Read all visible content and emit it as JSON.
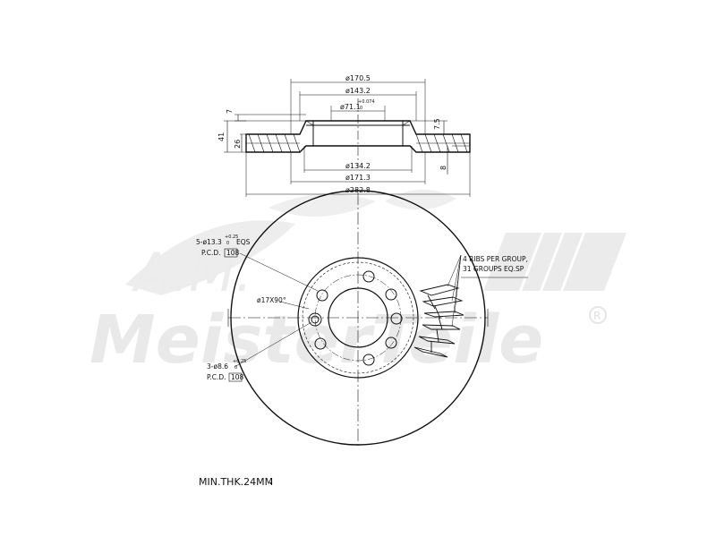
{
  "watermark": {
    "logo_letters": "A.M.",
    "brand_text": "MeisterTeile",
    "registered_mark": "R"
  },
  "side_view": {
    "dims_top": [
      "ø170.5",
      "ø143.2",
      "ø71.1"
    ],
    "tolerance_hub": "+0.074",
    "tolerance_hub_low": "0",
    "dims_bottom": [
      "ø134.2",
      "ø171.3",
      "ø282.8"
    ],
    "left_dims": [
      "7",
      "41",
      "26"
    ],
    "right_dims": [
      "7.5",
      "8"
    ]
  },
  "front_view": {
    "bolt_holes_label": "5-ø13.3",
    "bolt_holes_tol_upper": "+0.25",
    "bolt_holes_tol_lower": "0",
    "bolt_holes_suffix": "EQS",
    "pcd_label": "P.C.D.",
    "pcd_value_1": "108",
    "chamfer_label": "ø17X90°",
    "small_holes_label": "3-ø8.6",
    "small_holes_tol_upper": "+0.25",
    "small_holes_tol_lower": "0",
    "pcd_value_2": "108",
    "ribs_line1": "4 RIBS PER GROUP,",
    "ribs_line2": "31 GROUPS EQ.SP"
  },
  "footer": {
    "min_thickness": "MIN.THK.24MM"
  }
}
